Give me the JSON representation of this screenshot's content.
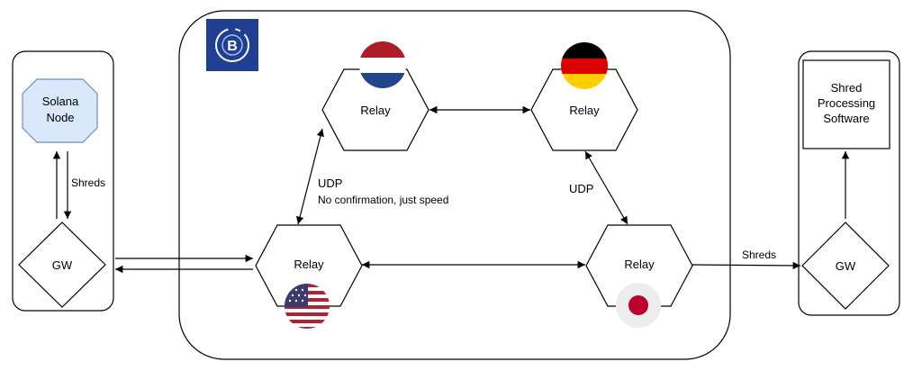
{
  "nodes": {
    "solana": {
      "label_line1": "Solana",
      "label_line2": "Node"
    },
    "left_gw": {
      "label": "GW"
    },
    "right_gw": {
      "label": "GW"
    },
    "shred_software": {
      "label_line1": "Shred",
      "label_line2": "Processing",
      "label_line3": "Software"
    },
    "relay_netherlands": {
      "label": "Relay",
      "flag": "netherlands-flag-icon"
    },
    "relay_germany": {
      "label": "Relay",
      "flag": "germany-flag-icon"
    },
    "relay_usa": {
      "label": "Relay",
      "flag": "usa-flag-icon"
    },
    "relay_japan": {
      "label": "Relay",
      "flag": "japan-flag-icon"
    }
  },
  "edges": {
    "solana_gw": {
      "label": "Shreds"
    },
    "nl_us": {
      "label_line1": "UDP",
      "label_line2": "No confirmation, just speed"
    },
    "de_jp": {
      "label": "UDP"
    },
    "jp_gw": {
      "label": "Shreds"
    }
  },
  "logo": {
    "name": "bloxroute-logo-icon"
  },
  "colors": {
    "solana_fill": "#DAE8FC",
    "solana_stroke": "#6C8EBF",
    "logo_bg": "#1F3F93",
    "netherlands": [
      "#AE1C28",
      "#FFFFFF",
      "#21468B"
    ],
    "germany": [
      "#000000",
      "#DD0000",
      "#FFCE00"
    ],
    "japan_red": "#BC002D",
    "usa_red": "#B22234",
    "usa_blue": "#3C3B6E"
  }
}
